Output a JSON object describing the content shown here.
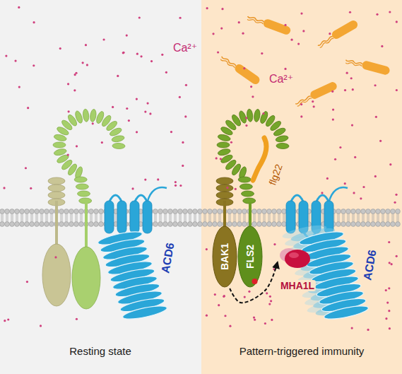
{
  "diagram": {
    "nodes": [
      {
        "text": [
          "Resting state"
        ]
      },
      {
        "text": [
          "ACD6"
        ],
        "in": 0
      },
      {
        "text": [
          "Pattern-triggered immunity"
        ]
      },
      {
        "text": [
          "flg22"
        ],
        "in": 2
      },
      {
        "text": [
          "BAK1"
        ],
        "in": 2
      },
      {
        "text": [
          "FLS2"
        ],
        "in": 2
      },
      {
        "text": [
          "MHA1L"
        ],
        "in": 2
      },
      {
        "text": [
          "ACD6"
        ],
        "in": 2
      }
    ],
    "edges": [
      {
        "from": 4,
        "to": 6,
        "arrow": "to"
      }
    ],
    "labels": [
      "Ca²⁺",
      "Ca²⁺"
    ]
  }
}
